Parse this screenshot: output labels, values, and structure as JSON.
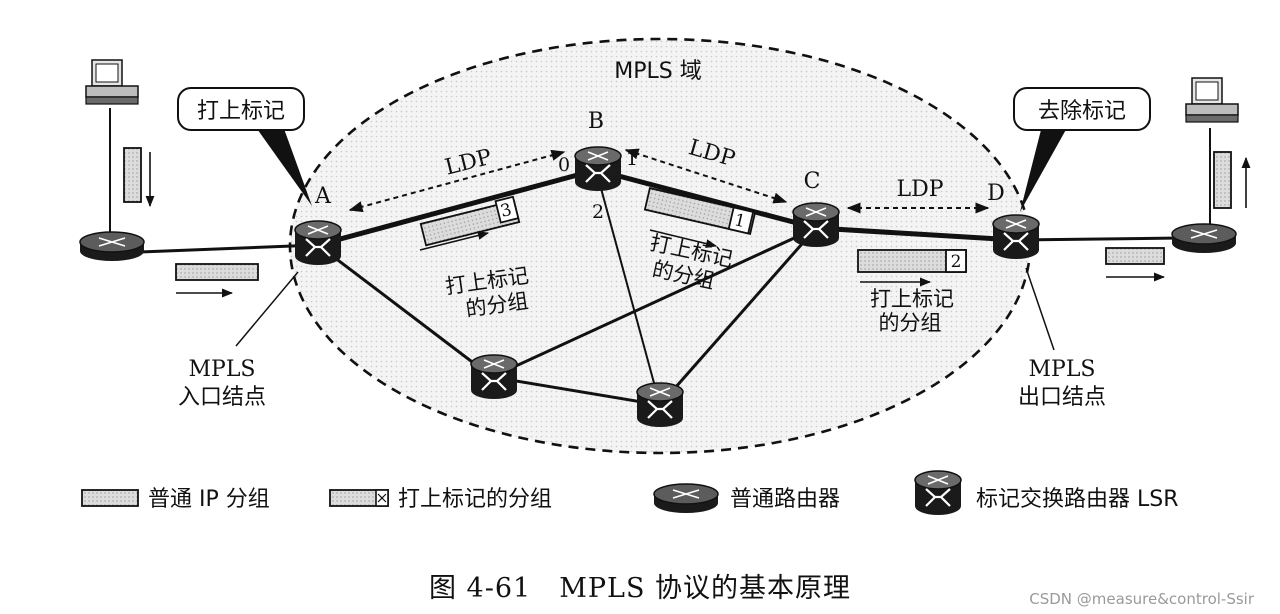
{
  "domain_label": "MPLS 域",
  "callouts": {
    "add_label": "打上标记",
    "remove_label": "去除标记"
  },
  "nodes": {
    "a": "A",
    "b": "B",
    "c": "C",
    "d": "D"
  },
  "ports": {
    "b0": "0",
    "b1": "1",
    "b2": "2"
  },
  "ldp": {
    "ab": "LDP",
    "bc": "LDP",
    "cd": "LDP"
  },
  "packets": {
    "p3_num": "3",
    "p3_text_1": "打上标记",
    "p3_text_2": "的分组",
    "p1_num": "1",
    "p1_text_1": "打上标记",
    "p1_text_2": "的分组",
    "p2_num": "2",
    "p2_text_1": "打上标记",
    "p2_text_2": "的分组"
  },
  "ingress": {
    "line1": "MPLS",
    "line2": "入口结点"
  },
  "egress": {
    "line1": "MPLS",
    "line2": "出口结点"
  },
  "legend": {
    "ip_packet": "普通 IP 分组",
    "labeled_packet": "打上标记的分组",
    "router": "普通路由器",
    "lsr": "标记交换路由器 LSR"
  },
  "caption": "图 4-61　MPLS 协议的基本原理",
  "watermark": "CSDN @measure&control-Ssir"
}
